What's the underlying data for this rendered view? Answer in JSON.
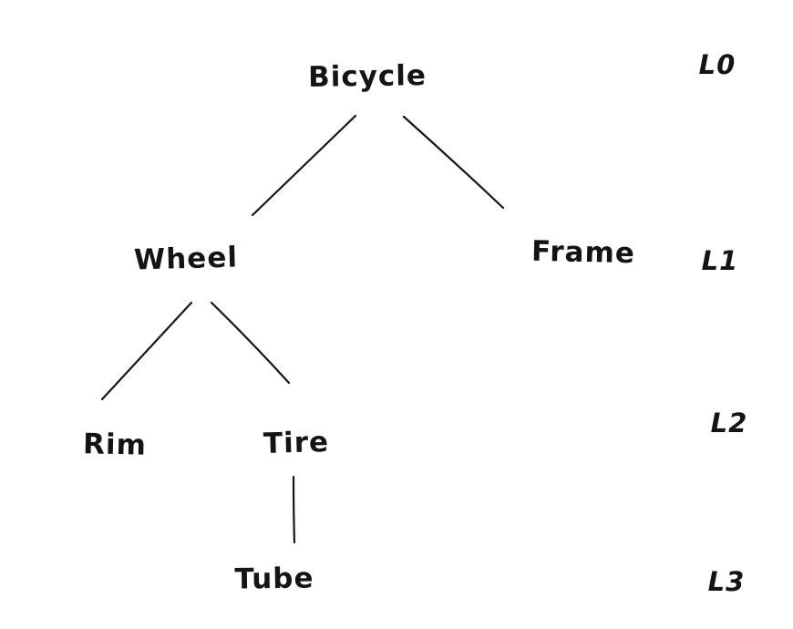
{
  "diagram": {
    "type": "tree",
    "style": "hand-drawn",
    "colors": {
      "ink": "#161616",
      "background": "#ffffff"
    },
    "nodes": [
      {
        "id": "bicycle",
        "label": "Bicycle",
        "level": 0,
        "parent": null
      },
      {
        "id": "wheel",
        "label": "Wheel",
        "level": 1,
        "parent": "bicycle"
      },
      {
        "id": "frame",
        "label": "Frame",
        "level": 1,
        "parent": "bicycle"
      },
      {
        "id": "rim",
        "label": "Rim",
        "level": 2,
        "parent": "wheel"
      },
      {
        "id": "tire",
        "label": "Tire",
        "level": 2,
        "parent": "wheel"
      },
      {
        "id": "tube",
        "label": "Tube",
        "level": 3,
        "parent": "tire"
      }
    ],
    "edges": [
      {
        "from": "bicycle",
        "to": "wheel"
      },
      {
        "from": "bicycle",
        "to": "frame"
      },
      {
        "from": "wheel",
        "to": "rim"
      },
      {
        "from": "wheel",
        "to": "tire"
      },
      {
        "from": "tire",
        "to": "tube"
      }
    ],
    "level_labels": [
      {
        "label": "L0"
      },
      {
        "label": "L1"
      },
      {
        "label": "L2"
      },
      {
        "label": "L3"
      }
    ]
  }
}
